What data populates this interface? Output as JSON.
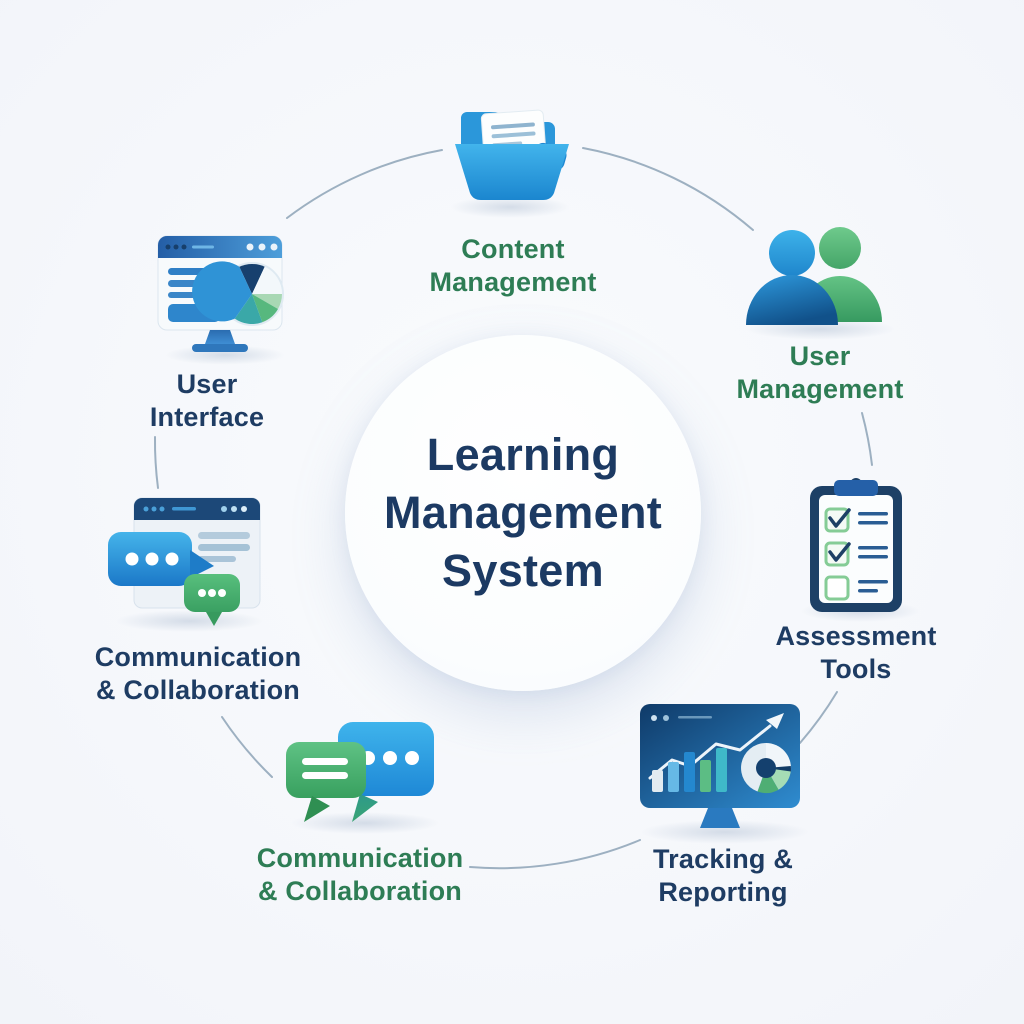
{
  "center": {
    "line1": "Learning",
    "line2": "Management",
    "line3": "System"
  },
  "nodes": {
    "content_management": {
      "line1": "Content",
      "line2": "Management",
      "icon": "open-folder-icon",
      "label_color": "#2e7d55"
    },
    "user_management": {
      "line1": "User",
      "line2": "Management",
      "icon": "users-icon",
      "label_color": "#2e7d55"
    },
    "assessment_tools": {
      "line1": "Assessment",
      "line2": "Tools",
      "icon": "checklist-clipboard-icon",
      "label_color": "#1e3c63"
    },
    "tracking_reporting": {
      "line1": "Tracking &",
      "line2": "Reporting",
      "icon": "analytics-monitor-icon",
      "label_color": "#1e3c63"
    },
    "communication_bottom": {
      "line1": "Communication",
      "line2": "& Collaboration",
      "icon": "chat-bubbles-icon",
      "label_color": "#2e7d55"
    },
    "communication_left": {
      "line1": "Communication",
      "line2": "& Collaboration",
      "icon": "chat-window-icon",
      "label_color": "#1e3c63"
    },
    "user_interface": {
      "line1": "User",
      "line2": "Interface",
      "icon": "ui-monitor-icon",
      "label_color": "#1e3c63"
    }
  },
  "colors": {
    "background": "#f6f8fb",
    "navy_text": "#1e3c63",
    "green_text": "#2e7d55",
    "connector_line": "#7f98ae",
    "blue_icon": "#2b97da",
    "green_icon": "#4fae74",
    "dark_navy": "#1d4066"
  }
}
